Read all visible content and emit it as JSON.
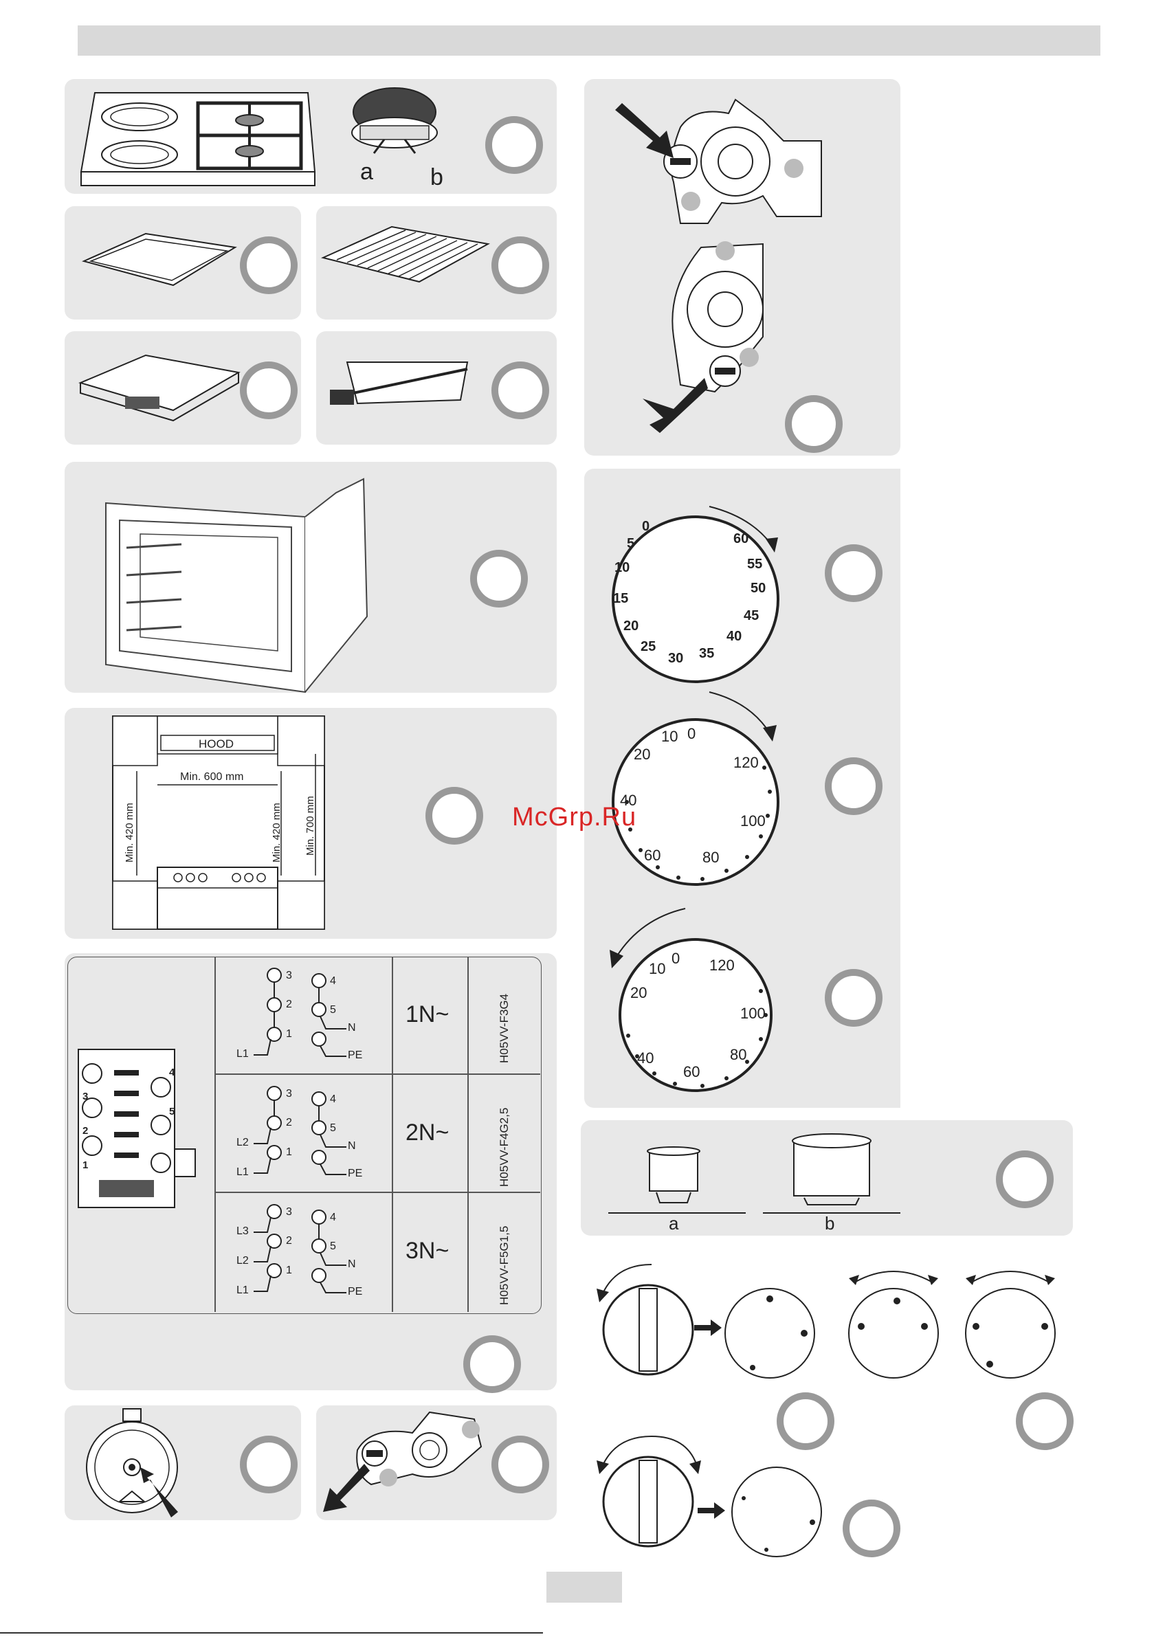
{
  "header": {
    "bar_color": "#d9d9d9"
  },
  "hob_figure": {
    "label_a": "a",
    "label_b": "b"
  },
  "installation": {
    "hood_label": "HOOD",
    "min_600": "Min. 600 mm",
    "min_420_left": "Min. 420 mm",
    "min_420_right": "Min. 420 mm",
    "min_700": "Min. 700 mm"
  },
  "wiring": {
    "rows": [
      {
        "phase": "1N~",
        "cable": "H05VV-F3G4",
        "left_terms": [
          "3",
          "2",
          "1"
        ],
        "right_terms": [
          "4",
          "5"
        ],
        "lines": [
          "L1"
        ],
        "n": "N",
        "pe": "PE"
      },
      {
        "phase": "2N~",
        "cable": "H05VV-F4G2,5",
        "left_terms": [
          "3",
          "2",
          "1"
        ],
        "right_terms": [
          "4",
          "5"
        ],
        "lines": [
          "L2",
          "L1"
        ],
        "n": "N",
        "pe": "PE"
      },
      {
        "phase": "3N~",
        "cable": "H05VV-F5G1,5",
        "left_terms": [
          "3",
          "2",
          "1"
        ],
        "right_terms": [
          "4",
          "5"
        ],
        "lines": [
          "L3",
          "L2",
          "L1"
        ],
        "n": "N",
        "pe": "PE"
      }
    ],
    "block_numbers": [
      "4",
      "3",
      "5",
      "2",
      "1"
    ]
  },
  "timer_dial": {
    "numbers": [
      "0",
      "5",
      "10",
      "15",
      "20",
      "25",
      "30",
      "35",
      "40",
      "45",
      "50",
      "55",
      "60"
    ]
  },
  "thermostat_dial_1": {
    "numbers": [
      "0",
      "10",
      "20",
      "40",
      "60",
      "80",
      "100",
      "120"
    ]
  },
  "thermostat_dial_2": {
    "numbers": [
      "0",
      "10",
      "20",
      "40",
      "60",
      "80",
      "100",
      "120"
    ]
  },
  "pots": {
    "label_a": "a",
    "label_b": "b"
  },
  "watermark": "McGrp.Ru"
}
